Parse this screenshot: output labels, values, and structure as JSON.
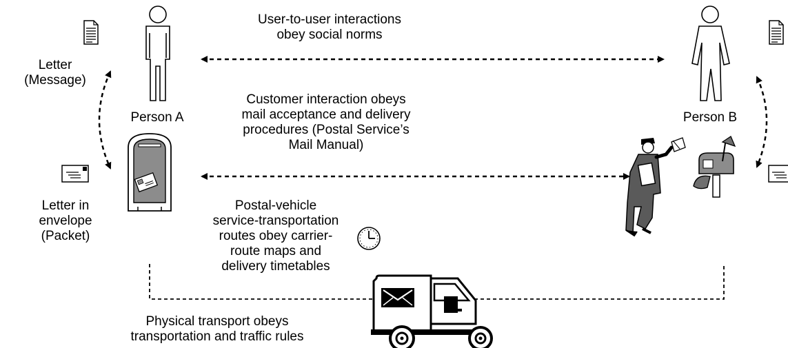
{
  "labels": {
    "user_interactions": "User-to-user interactions\nobey social norms",
    "letter_message": "Letter\n(Message)",
    "person_a": "Person A",
    "person_b": "Person B",
    "customer_interaction": "Customer interaction obeys\nmail acceptance and delivery\nprocedures (Postal Service’s\nMail Manual)",
    "letter_envelope": "Letter in\nenvelope\n(Packet)",
    "postal_vehicle": "Postal-vehicle\nservice-transportation\nroutes obey carrier-\nroute maps and\ndelivery timetables",
    "physical_transport": "Physical transport obeys\ntransportation and traffic rules"
  },
  "icons": {
    "document": "document-icon",
    "envelope": "envelope-icon",
    "person": "person-icon",
    "mailbox": "mailbox-icon",
    "postman": "mail-carrier-icon",
    "roadside_mailbox": "roadside-mailbox-icon",
    "clock": "clock-icon",
    "truck": "mail-truck-icon"
  },
  "colors": {
    "ink": "#000000",
    "mailbox_fill": "#8c8c8c"
  }
}
